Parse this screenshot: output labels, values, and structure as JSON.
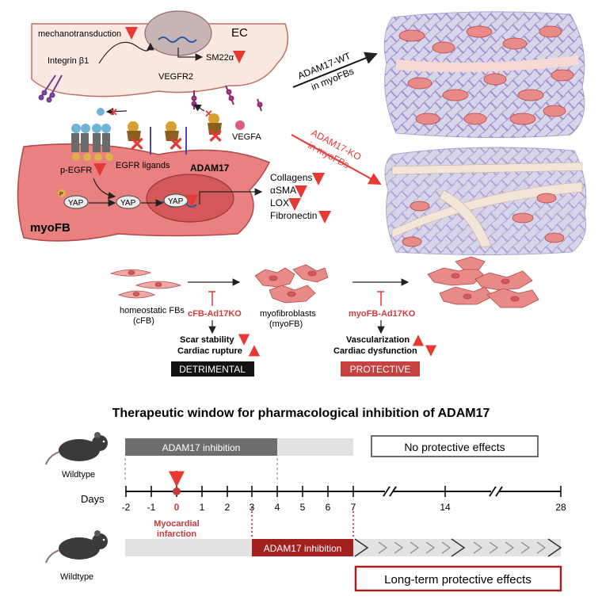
{
  "top_panel": {
    "ec_label": "EC",
    "mechanotransduction": "mechanotransduction",
    "integrin": "Integrin β1",
    "sm22a": "SM22α",
    "vegfr2": "VEGFR2",
    "vegfa": "VEGFA",
    "p_egfr": "p-EGFR",
    "egfr_ligands": "EGFR ligands",
    "adam17": "ADAM17",
    "yap": "YAP",
    "p_marker": "P",
    "myofb": "myoFB",
    "targets": [
      "Collagens",
      "αSMA",
      "LOX",
      "Fibronectin"
    ],
    "wt_arrow_line1": "ADAM17-WT",
    "wt_arrow_line2": "in myoFBs",
    "ko_arrow_line1": "ADAM17-KO",
    "ko_arrow_line2": "in myoFBs"
  },
  "middle_panel": {
    "cfb_line1": "homeostatic FBs",
    "cfb_line2": "(cFB)",
    "myofb_line1": "myofibroblasts",
    "myofb_line2": "(myoFB)",
    "cfb_ko": "cFB-Ad17KO",
    "myofb_ko": "myoFB-Ad17KO",
    "scar": "Scar stability",
    "rupture": "Cardiac rupture",
    "vascularization": "Vascularization",
    "dysfunction": "Cardiac dysfunction",
    "detrimental": "DETRIMENTAL",
    "protective": "PROTECTIVE"
  },
  "bottom_panel": {
    "title": "Therapeutic window for pharmacological inhibition of ADAM17",
    "wildtype_top": "Wildtype",
    "wildtype_bottom": "Wildtype",
    "inhibition_early": "ADAM17 inhibition",
    "inhibition_late": "ADAM17 inhibition",
    "no_effects": "No protective effects",
    "long_term": "Long-term protective effects",
    "days_label": "Days",
    "ticks": [
      "-2",
      "-1",
      "0",
      "1",
      "2",
      "3",
      "4",
      "5",
      "6",
      "7",
      "14",
      "28"
    ],
    "mi_line1": "Myocardial",
    "mi_line2": "infarction"
  },
  "colors": {
    "red": "#e53935",
    "dark_red": "#a32020",
    "cell_fill": "#e8817f",
    "ec_fill": "#fbe9e1",
    "gray_dark": "#6d6d6d",
    "gray_light": "#e2e2e2"
  }
}
